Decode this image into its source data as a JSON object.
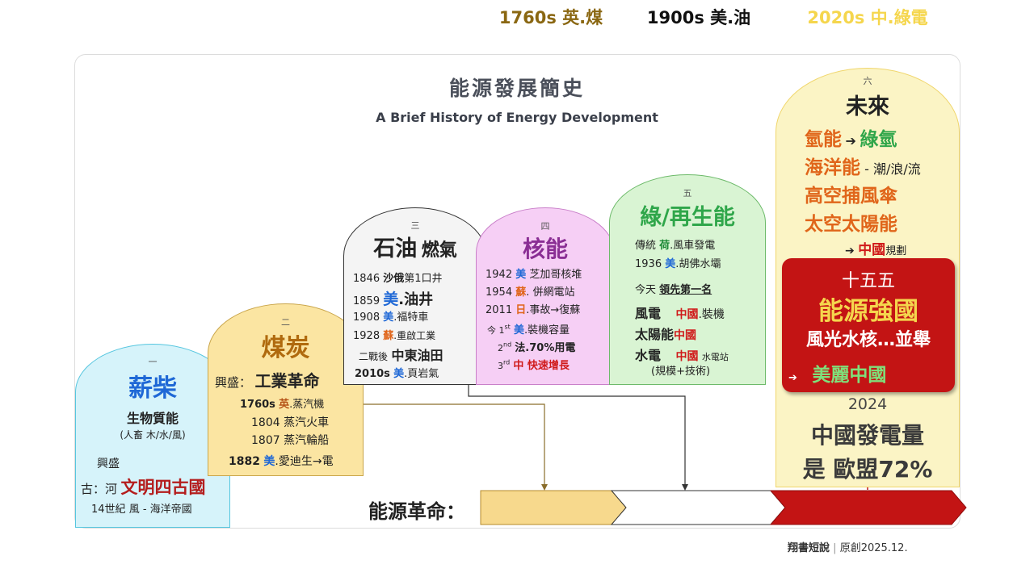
{
  "title": {
    "zh": "能源發展簡史",
    "en": "A Brief History of Energy Development"
  },
  "cards": {
    "wood": {
      "num": "一",
      "title": "薪柴",
      "subtitle": "生物質能",
      "sub2": "(人畜 木/水/風)",
      "rise": "興盛",
      "ancient_prefix": "古：河",
      "ancient_main": "文明四古國",
      "c14_prefix": "14世紀",
      "c14_main": "風 - 海洋帝國"
    },
    "coal": {
      "num": "二",
      "title": "煤炭",
      "rise_prefix": "興盛：",
      "rise_main": "工業革命",
      "l1_year": "1760s",
      "l1_country": "英",
      "l1_text": ".蒸汽機",
      "l2": "1804 蒸汽火車",
      "l3": "1807 蒸汽輪船",
      "l4_year": "1882",
      "l4_country": "美",
      "l4_text": ".愛迪生→電"
    },
    "oil": {
      "num": "三",
      "title_a": "石油",
      "title_b": "燃氣",
      "l1_year": "1846",
      "l1_main": "沙俄",
      "l1_text": "第1口井",
      "l2_year": "1859",
      "l2_country": "美",
      "l2_text": ".油井",
      "l3_year": "1908",
      "l3_country": "美",
      "l3_text": ".福特車",
      "l4_year": "1928",
      "l4_country": "蘇",
      "l4_text": ".重啟工業",
      "l5_prefix": "二戰後",
      "l5_main": "中東油田",
      "l6_year": "2010s",
      "l6_country": "美",
      "l6_text": ".頁岩氣"
    },
    "nuclear": {
      "num": "四",
      "title": "核能",
      "l1_year": "1942",
      "l1_country": "美",
      "l1_text": " 芝加哥核堆",
      "l2_year": "1954",
      "l2_country": "蘇",
      "l2_text": ". 併網電站",
      "l3_year": "2011",
      "l3_country": "日",
      "l3_text": ".事故→復蘇",
      "l4_prefix": "今 1",
      "l4_sup": "st",
      "l4_country": "美",
      "l4_text": ".裝機容量",
      "l5_prefix": "2",
      "l5_sup": "nd",
      "l5_text": "法.70%用電",
      "l6_prefix": "3",
      "l6_sup": "rd",
      "l6_text": "中 快速增長"
    },
    "renewable": {
      "num": "五",
      "title": "綠/再生能",
      "l1_prefix": "傳統",
      "l1_country": "荷",
      "l1_text": ".風車發電",
      "l2_year": "1936",
      "l2_country": "美",
      "l2_text": ".胡佛水壩",
      "l3_prefix": "今天",
      "l3_text": "領先第一名",
      "l4_a": "風電",
      "l4_b": "中國",
      "l4_c": ".裝機",
      "l5_a": "太陽能",
      "l5_b": "中國",
      "l6_a": "水電",
      "l6_b": "中國",
      "l6_c": "水電站",
      "l7": "(規模+技術)"
    },
    "future": {
      "num": "六",
      "title": "未來",
      "l1_a": "氫能",
      "l1_b": "綠氫",
      "l2_a": "海洋能",
      "l2_b": " - 潮/浪/流",
      "l3": "高空捕風傘",
      "l4": "太空太陽能",
      "l5_main": "中國",
      "l5_text": "規劃",
      "plan_title": "十五五",
      "plan_main": "能源強國",
      "plan_sub": "風光水核…並舉",
      "plan_goal": "美麗中國",
      "year": "2024",
      "stat_l1": "中國發電量",
      "stat_l2": "是 歐盟72%"
    }
  },
  "revolution": {
    "label": "能源革命：",
    "stage1": "1760s 英.煤",
    "stage2": "1900s 美.油",
    "stage3": "2020s 中.綠電"
  },
  "credit": {
    "author": "翔書短說",
    "note": "原創2025.12."
  },
  "colors": {
    "wood_bg": "#d6f3fa",
    "coal_bg": "#fbe5a2",
    "oil_bg": "#f4f4f4",
    "nuclear_bg": "#f6cff5",
    "renewable_bg": "#d9f4d3",
    "future_bg": "#fbf4c5",
    "china_red": "#c31414",
    "country_blue": "#1f68d6"
  }
}
